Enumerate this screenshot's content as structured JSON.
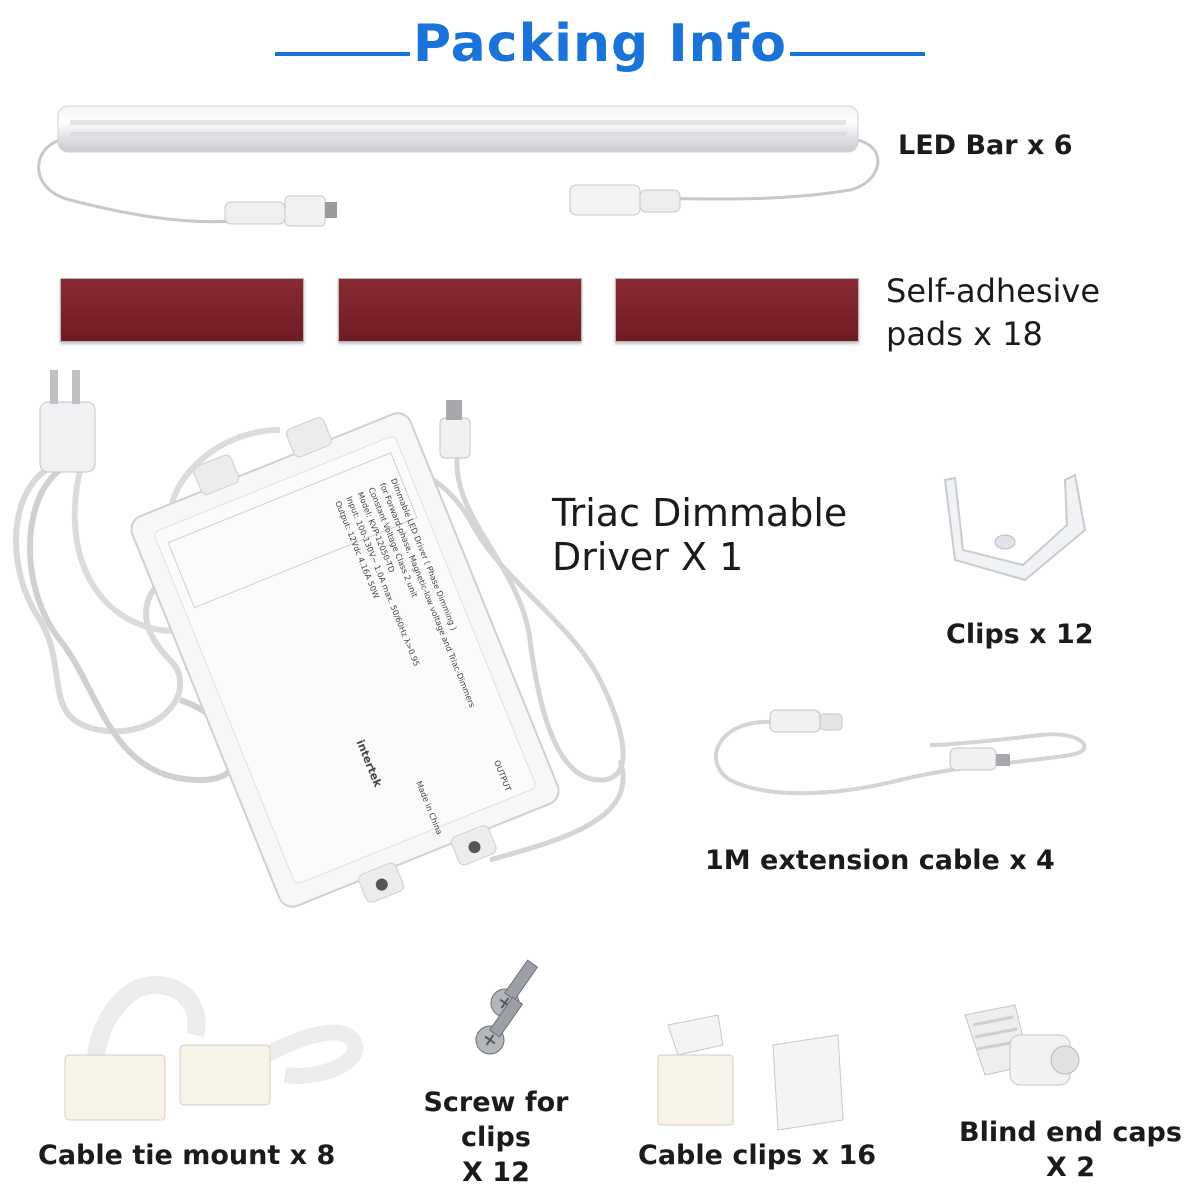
{
  "header": {
    "title": "Packing Info",
    "accent_color": "#1a73d9"
  },
  "items": {
    "led_bar": "LED Bar x 6",
    "pads_line1": "Self-adhesive",
    "pads_line2": "pads x 18",
    "driver_line1": "Triac Dimmable",
    "driver_line2": "Driver X 1",
    "clips": "Clips x 12",
    "extension": "1M extension cable x 4",
    "screw_line1": "Screw for clips",
    "screw_line2": "X 12",
    "cable_tie": "Cable tie mount x 8",
    "cable_clips": "Cable clips x 16",
    "endcaps_line1": "Blind end caps",
    "endcaps_line2": "X 2"
  },
  "driver_label": {
    "rows": [
      "Dimmable LED Driver ( Phase Dimming )",
      "for Forward-phase, Magnetic-low voltage and Triac-Dimmers",
      "Constant Voltage    Class 2 unit",
      "Model: KVP-12050-TD",
      "Input: 100-130V~ 1.0A max. 50/60Hz  λ>0.95",
      "Output: 12Vdc  4.16A  50W"
    ],
    "output_text": "OUTPUT",
    "made_in": "Made in China",
    "cert": "intertek"
  },
  "pad_color": "#7a2029"
}
